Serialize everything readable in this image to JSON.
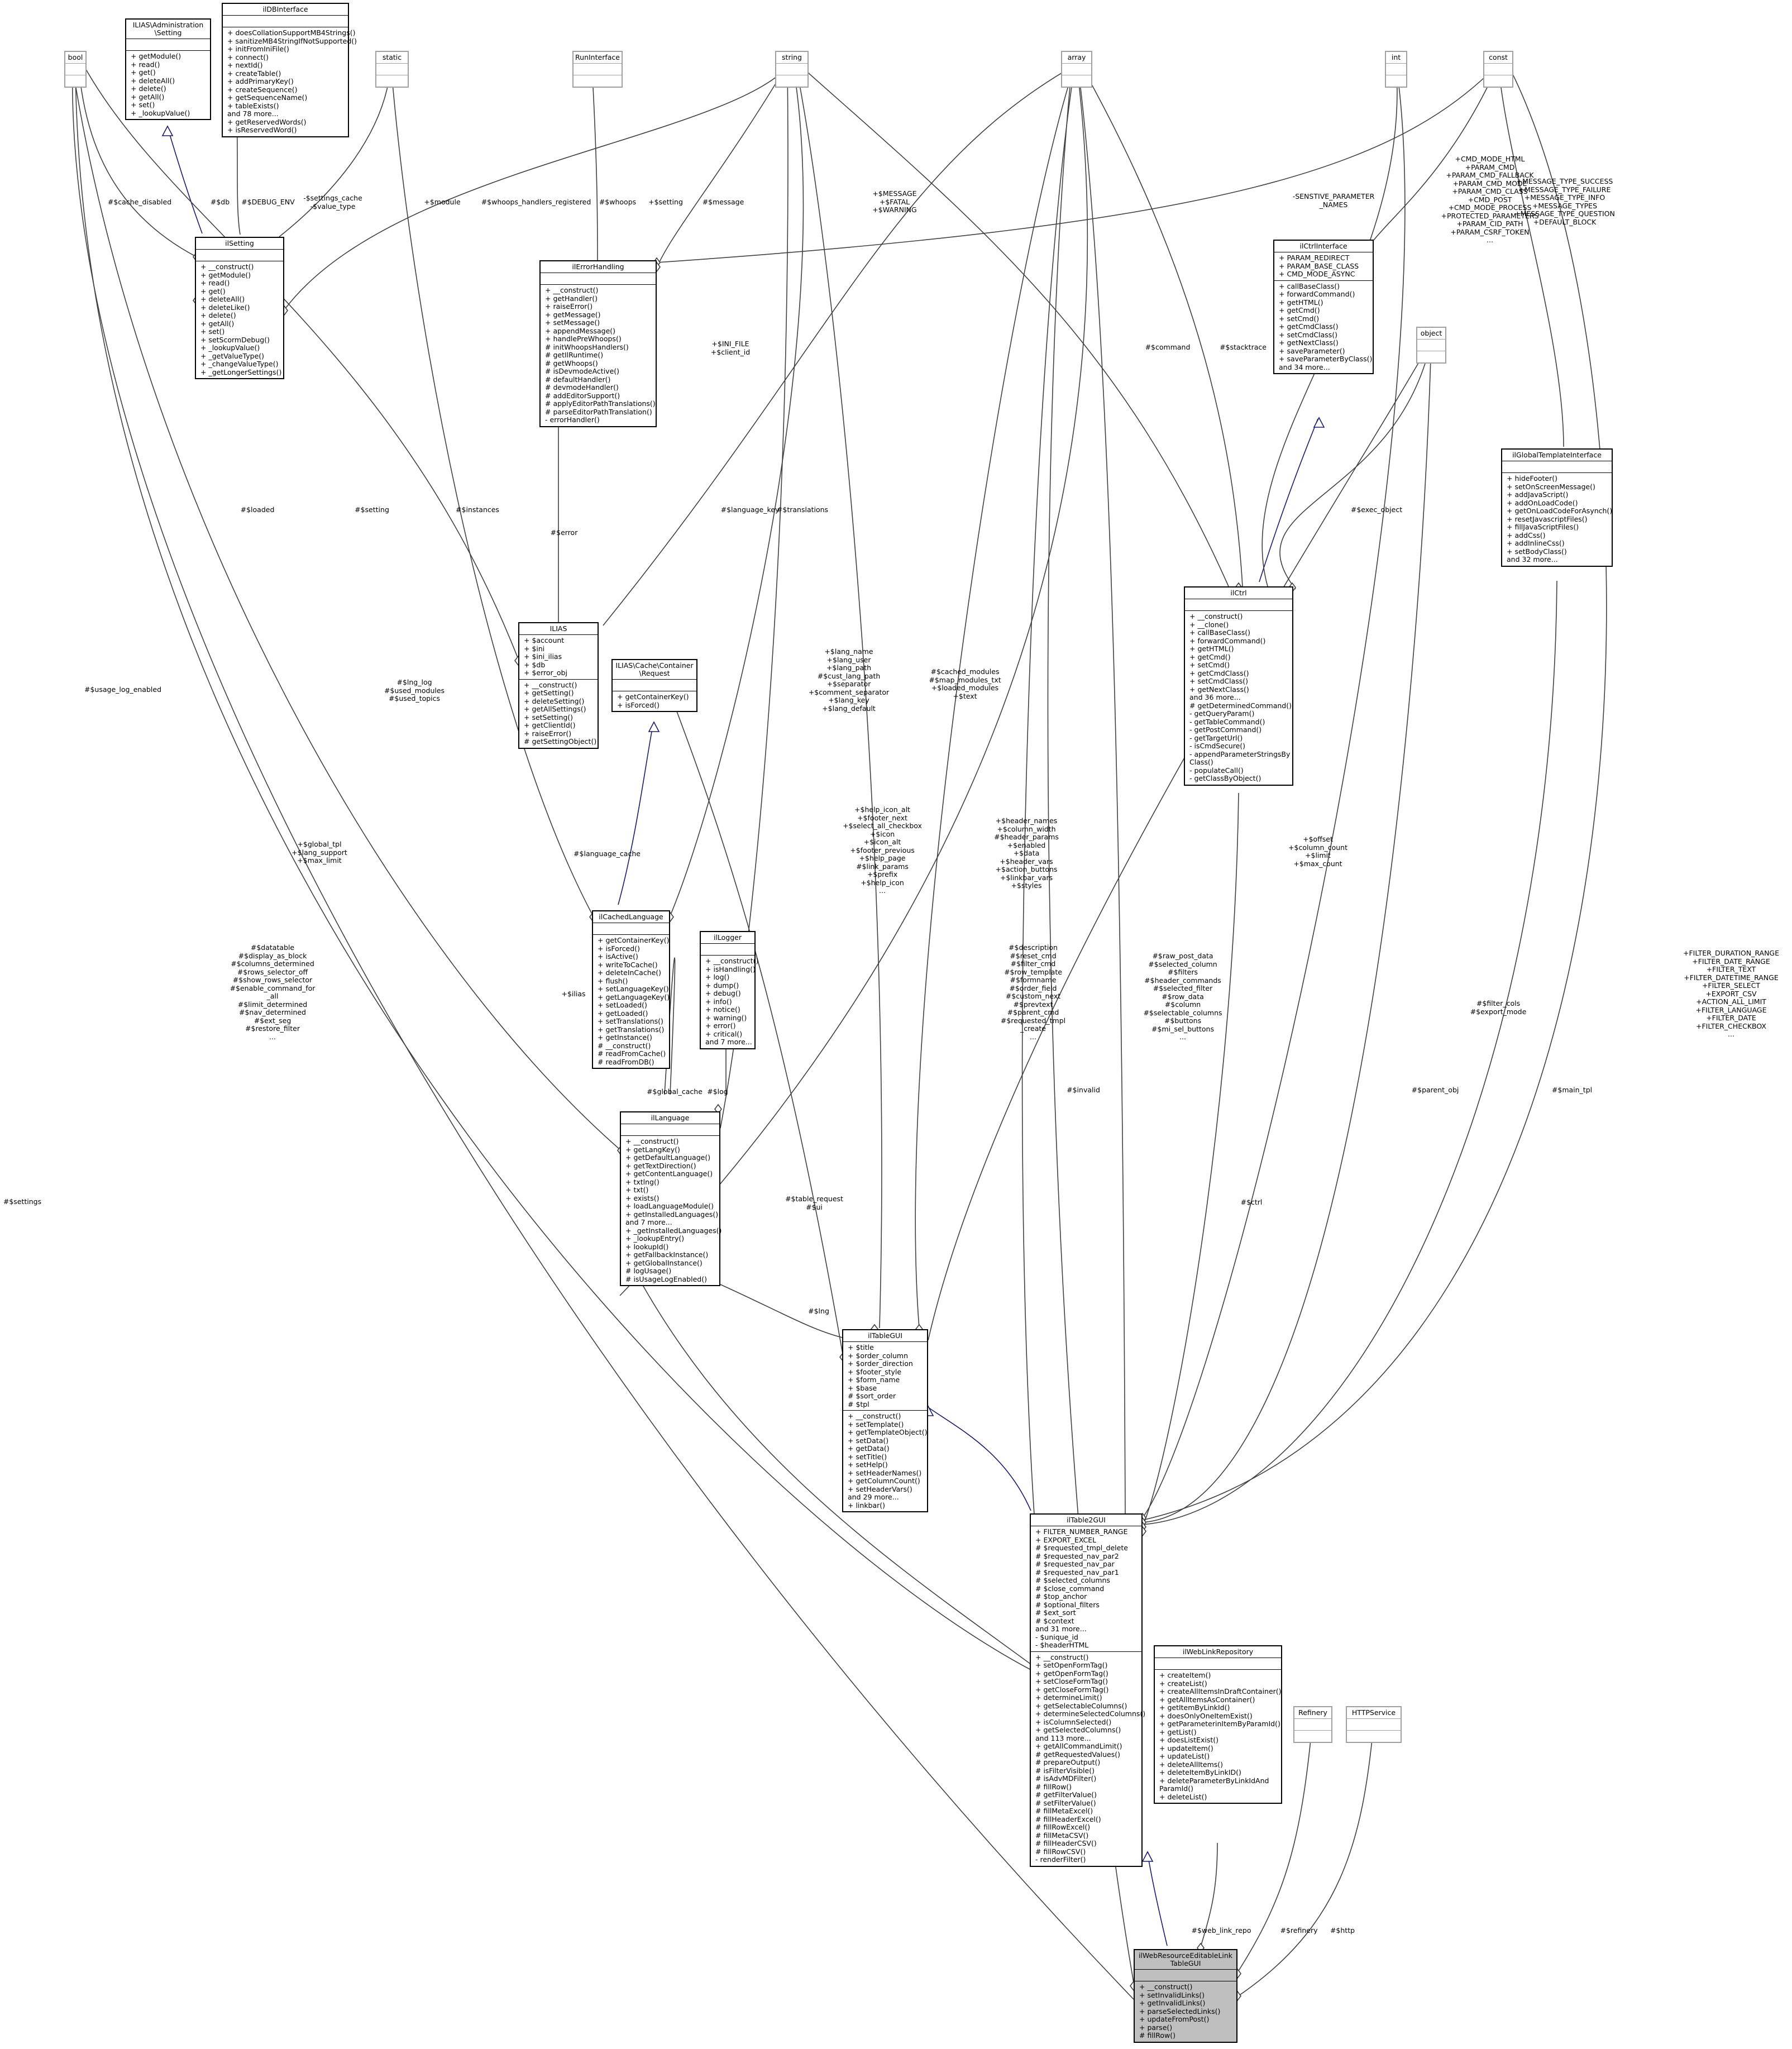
{
  "classes": {
    "bool": {
      "name": "bool",
      "attrs": [],
      "ops": []
    },
    "ilias_admin_setting": {
      "name": "ILIAS\\Administration\n\\Setting",
      "attrs": [],
      "ops": [
        "+ getModule()",
        "+ read()",
        "+ get()",
        "+ deleteAll()",
        "+ delete()",
        "+ getAll()",
        "+ set()",
        "+ _lookupValue()"
      ]
    },
    "ildbinterface": {
      "name": "ilDBInterface",
      "attrs": [],
      "ops": [
        "+ doesCollationSupportMB4Strings()",
        "+ sanitizeMB4StringIfNotSupported()",
        "+ initFromIniFile()",
        "+ connect()",
        "+ nextId()",
        "+ createTable()",
        "+ addPrimaryKey()",
        "+ createSequence()",
        "+ getSequenceName()",
        "+ tableExists()",
        "and 78 more...",
        "+ getReservedWords()",
        "+ isReservedWord()"
      ]
    },
    "static": {
      "name": "static",
      "attrs": [],
      "ops": []
    },
    "runinterface": {
      "name": "RunInterface",
      "attrs": [],
      "ops": []
    },
    "string": {
      "name": "string",
      "attrs": [],
      "ops": []
    },
    "array": {
      "name": "array",
      "attrs": [],
      "ops": []
    },
    "int": {
      "name": "int",
      "attrs": [],
      "ops": []
    },
    "const": {
      "name": "const",
      "attrs": [],
      "ops": []
    },
    "ilsetting": {
      "name": "ilSetting",
      "attrs": [],
      "ops": [
        "+ __construct()",
        "+ getModule()",
        "+ read()",
        "+ get()",
        "+ deleteAll()",
        "+ deleteLike()",
        "+ delete()",
        "+ getAll()",
        "+ set()",
        "+ setScormDebug()",
        "+ _lookupValue()",
        "+ _getValueType()",
        "+ _changeValueType()",
        "+ _getLongerSettings()"
      ]
    },
    "ilerrorhandling": {
      "name": "ilErrorHandling",
      "attrs": [],
      "ops": [
        "+ __construct()",
        "+ getHandler()",
        "+ raiseError()",
        "+ getMessage()",
        "+ setMessage()",
        "+ appendMessage()",
        "+ handlePreWhoops()",
        "# initWhoopsHandlers()",
        "# getIlRuntime()",
        "# getWhoops()",
        "# isDevmodeActive()",
        "# defaultHandler()",
        "# devmodeHandler()",
        "# addEditorSupport()",
        "# applyEditorPathTranslations()",
        "# parseEditorPathTranslation()",
        "- errorHandler()"
      ]
    },
    "ilctrlinterface": {
      "name": "ilCtrlInterface",
      "attrs": [
        "+ PARAM_REDIRECT",
        "+ PARAM_BASE_CLASS",
        "+ CMD_MODE_ASYNC"
      ],
      "ops": [
        "+ callBaseClass()",
        "+ forwardCommand()",
        "+ getHTML()",
        "+ getCmd()",
        "+ setCmd()",
        "+ getCmdClass()",
        "+ setCmdClass()",
        "+ getNextClass()",
        "+ saveParameter()",
        "+ saveParameterByClass()",
        "and 34 more..."
      ]
    },
    "object": {
      "name": "object",
      "attrs": [],
      "ops": []
    },
    "ilglobaltemplateinterface": {
      "name": "ilGlobalTemplateInterface",
      "attrs": [],
      "ops": [
        "+ hideFooter()",
        "+ setOnScreenMessage()",
        "+ addJavaScript()",
        "+ addOnLoadCode()",
        "+ getOnLoadCodeForAsynch()",
        "+ resetJavascriptFiles()",
        "+ fillJavaScriptFiles()",
        "+ addCss()",
        "+ addInlineCss()",
        "+ setBodyClass()",
        "and 32 more..."
      ]
    },
    "ilctrl": {
      "name": "ilCtrl",
      "attrs": [],
      "ops": [
        "+ __construct()",
        "+ __clone()",
        "+ callBaseClass()",
        "+ forwardCommand()",
        "+ getHTML()",
        "+ getCmd()",
        "+ setCmd()",
        "+ getCmdClass()",
        "+ setCmdClass()",
        "+ getNextClass()",
        "and 36 more...",
        "# getDeterminedCommand()",
        "- getQueryParam()",
        "- getTableCommand()",
        "- getPostCommand()",
        "- getTargetUrl()",
        "- isCmdSecure()",
        "- appendParameterStringsBy\nClass()",
        "- populateCall()",
        "- getClassByObject()"
      ]
    },
    "ilias": {
      "name": "ILIAS",
      "attrs": [
        "+ $account",
        "+ $ini",
        "+ $ini_ilias",
        "+ $db",
        "+ $error_obj"
      ],
      "ops": [
        "+ __construct()",
        "+ getSetting()",
        "+ deleteSetting()",
        "+ getAllSettings()",
        "+ setSetting()",
        "+ getClientId()",
        "+ raiseError()",
        "# getSettingObject()"
      ]
    },
    "cache_request": {
      "name": "ILIAS\\Cache\\Container\n\\Request",
      "attrs": [],
      "ops": [
        "+ getContainerKey()",
        "+ isForced()"
      ]
    },
    "ilcachedlanguage": {
      "name": "ilCachedLanguage",
      "attrs": [],
      "ops": [
        "+ getContainerKey()",
        "+ isForced()",
        "+ isActive()",
        "+ writeToCache()",
        "+ deleteInCache()",
        "+ flush()",
        "+ setLanguageKey()",
        "+ getLanguageKey()",
        "+ setLoaded()",
        "+ getLoaded()",
        "+ setTranslations()",
        "+ getTranslations()",
        "+ getInstance()",
        "# __construct()",
        "# readFromCache()",
        "# readFromDB()"
      ]
    },
    "illogger": {
      "name": "ilLogger",
      "attrs": [],
      "ops": [
        "+ __construct()",
        "+ isHandling()",
        "+ log()",
        "+ dump()",
        "+ debug()",
        "+ info()",
        "+ notice()",
        "+ warning()",
        "+ error()",
        "+ critical()",
        "and 7 more..."
      ]
    },
    "illanguage": {
      "name": "ilLanguage",
      "attrs": [],
      "ops": [
        "+ __construct()",
        "+ getLangKey()",
        "+ getDefaultLanguage()",
        "+ getTextDirection()",
        "+ getContentLanguage()",
        "+ txtlng()",
        "+ txt()",
        "+ exists()",
        "+ loadLanguageModule()",
        "+ getInstalledLanguages()",
        "and 7 more...",
        "+ _getInstalledLanguages()",
        "+ _lookupEntry()",
        "+ lookupId()",
        "+ getFallbackInstance()",
        "+ getGlobalInstance()",
        "# logUsage()",
        "# isUsageLogEnabled()"
      ]
    },
    "iltablegui": {
      "name": "ilTableGUI",
      "attrs": [
        "+ $title",
        "+ $order_column",
        "+ $order_direction",
        "+ $footer_style",
        "+ $form_name",
        "+ $base",
        "# $sort_order",
        "# $tpl"
      ],
      "ops": [
        "+ __construct()",
        "+ setTemplate()",
        "+ getTemplateObject()",
        "+ setData()",
        "+ getData()",
        "+ setTitle()",
        "+ setHelp()",
        "+ setHeaderNames()",
        "+ getColumnCount()",
        "+ setHeaderVars()",
        "and 29 more...",
        "+ linkbar()"
      ]
    },
    "iltable2gui": {
      "name": "ilTable2GUI",
      "attrs": [
        "+ FILTER_NUMBER_RANGE",
        "+ EXPORT_EXCEL",
        "# $requested_tmpl_delete",
        "# $requested_nav_par2",
        "# $requested_nav_par",
        "# $requested_nav_par1",
        "# $selected_columns",
        "# $close_command",
        "# $top_anchor",
        "# $optional_filters",
        "# $ext_sort",
        "# $context",
        "and 31 more...",
        "- $unique_id",
        "- $headerHTML"
      ],
      "ops": [
        "+ __construct()",
        "+ setOpenFormTag()",
        "+ getOpenFormTag()",
        "+ setCloseFormTag()",
        "+ getCloseFormTag()",
        "+ determineLimit()",
        "+ getSelectableColumns()",
        "+ determineSelectedColumns()",
        "+ isColumnSelected()",
        "+ getSelectedColumns()",
        "and 113 more...",
        "+ getAllCommandLimit()",
        "# getRequestedValues()",
        "# prepareOutput()",
        "# isFilterVisible()",
        "# isAdvMDFilter()",
        "# fillRow()",
        "# getFilterValue()",
        "# setFilterValue()",
        "# fillMetaExcel()",
        "# fillHeaderExcel()",
        "# fillRowExcel()",
        "# fillMetaCSV()",
        "# fillHeaderCSV()",
        "# fillRowCSV()",
        "- renderFilter()"
      ]
    },
    "ilweblinkrepository": {
      "name": "ilWebLinkRepository",
      "attrs": [],
      "ops": [
        "+ createItem()",
        "+ createList()",
        "+ createAllItemsInDraftContainer()",
        "+ getAllItemsAsContainer()",
        "+ getItemByLinkId()",
        "+ doesOnlyOneItemExist()",
        "+ getParameterinItemByParamId()",
        "+ getList()",
        "+ doesListExist()",
        "+ updateItem()",
        "+ updateList()",
        "+ deleteAllItems()",
        "+ deleteItemByLinkID()",
        "+ deleteParameterByLinkIdAnd\nParamId()",
        "+ deleteList()"
      ]
    },
    "refinery": {
      "name": "Refinery",
      "attrs": [],
      "ops": []
    },
    "httpservice": {
      "name": "HTTPService",
      "attrs": [],
      "ops": []
    },
    "main": {
      "name": "ilWebResourceEditableLink\nTableGUI",
      "attrs": [],
      "ops": [
        "+ __construct()",
        "+ setInvalidLinks()",
        "+ getInvalidLinks()",
        "+ parseSelectedLinks()",
        "+ updateFromPost()",
        "+ parse()",
        "# fillRow()"
      ]
    }
  },
  "edge_labels": {
    "cache_disabled": "#$cache_disabled",
    "db": "#$db",
    "settings_cache": "-$settings_cache\n-$value_type",
    "debug_env": "#$DEBUG_ENV",
    "module": "+$module",
    "whoops_handlers": "#$whoops_handlers_registered",
    "whoops": "#$whoops",
    "setting_str": "+$setting",
    "message": "#$message",
    "message_consts": "+$MESSAGE\n+$FATAL\n+$WARNING",
    "sensitive": "-SENSTIVE_PARAMETER\n_NAMES",
    "cmd_consts": "+CMD_MODE_HTML\n+PARAM_CMD\n+PARAM_CMD_FALLBACK\n+PARAM_CMD_MODE\n+PARAM_CMD_CLASS\n+CMD_POST\n+CMD_MODE_PROCESS\n+PROTECTED_PARAMETERS\n+PARAM_CID_PATH\n+PARAM_CSRF_TOKEN\n...",
    "msg_types": "+MESSAGE_TYPE_SUCCESS\n+MESSAGE_TYPE_FAILURE\n+MESSAGE_TYPE_INFO\n+MESSAGE_TYPES\n+MESSAGE_TYPE_QUESTION\n+DEFAULT_BLOCK",
    "ini_file": "+$INI_FILE\n+$client_id",
    "command": "#$command",
    "stacktrace": "#$stacktrace",
    "loaded": "#$loaded",
    "setting": "#$setting",
    "instances": "#$instances",
    "error": "#$error",
    "language_key": "#$language_key",
    "translations": "#$translations",
    "exec_object": "#$exec_object",
    "lng_log": "#$lng_log\n#$used_modules\n#$used_topics",
    "usage_log": "#$usage_log_enabled",
    "lang_name": "+$lang_name\n+$lang_user\n+$lang_path\n#$cust_lang_path\n+$separator\n+$comment_separator\n+$lang_key\n+$lang_default",
    "cached_modules": "#$cached_modules\n#$map_modules_txt\n+$loaded_modules\n+$text",
    "language_cache": "#$language_cache",
    "ilias_var": "+$ilias",
    "help_icon": "+$help_icon_alt\n+$footer_next\n+$select_all_checkbox\n+$icon\n+$icon_alt\n+$footer_previous\n+$help_page\n#$link_params\n+$prefix\n+$help_icon\n...",
    "header_names": "+$header_names\n+$column_width\n#$header_params\n+$enabled\n+$data\n+$header_vars\n+$action_buttons\n+$linkbar_vars\n+$styles",
    "global_tpl": "+$global_tpl\n+$lang_support\n+$max_limit",
    "offset": "+$offset\n+$column_count\n+$limit\n+$max_count",
    "datatable": "#$datatable\n#$display_as_block\n#$columns_determined\n#$rows_selector_off\n#$show_rows_selector\n#$enable_command_for\n_all\n#$limit_determined\n#$nav_determined\n#$ext_seg\n#$restore_filter\n...",
    "description": "#$description\n#$reset_cmd\n#$filter_cmd\n#$row_template\n#$formname\n#$order_field\n#$custom_next\n#$prevtext\n#$parent_cmd\n#$requested_tmpl\n_create\n...",
    "raw_post": "#$raw_post_data\n#$selected_column\n#$filters\n#$header_commands\n#$selected_filter\n#$row_data\n#$column\n#$selectable_columns\n#$buttons\n#$mi_sel_buttons\n...",
    "filter_cols": "#$filter_cols\n#$export_mode",
    "filter_consts": "+FILTER_DURATION_RANGE\n+FILTER_DATE_RANGE\n+FILTER_TEXT\n+FILTER_DATETIME_RANGE\n+FILTER_SELECT\n+EXPORT_CSV\n+ACTION_ALL_LIMIT\n+FILTER_LANGUAGE\n+FILTER_DATE\n+FILTER_CHECKBOX\n...",
    "global_cache": "#$global_cache",
    "log": "#$log",
    "lng": "#$lng",
    "table_request": "#$table_request\n#$ui",
    "invalid": "#$invalid",
    "parent_obj": "#$parent_obj",
    "ctrl": "#$ctrl",
    "main_tpl": "#$main_tpl",
    "settings": "#$settings",
    "web_link_repo": "#$web_link_repo",
    "refinery": "#$refinery",
    "http": "#$http"
  }
}
